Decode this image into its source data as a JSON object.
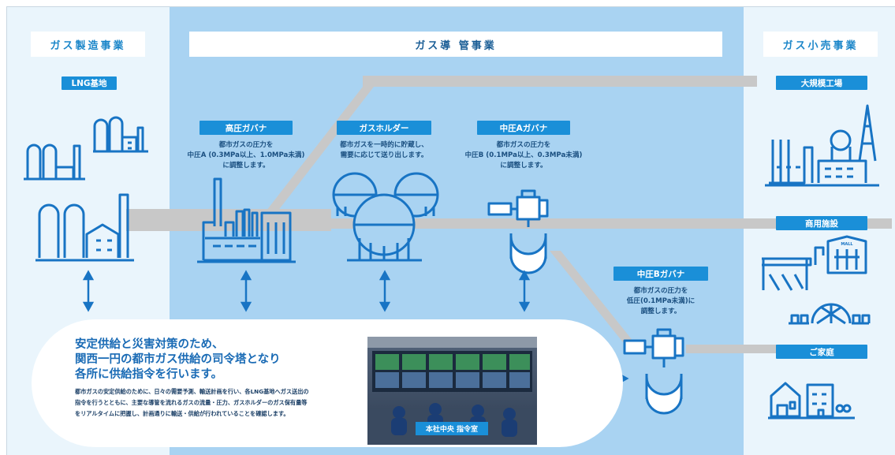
{
  "sections": {
    "manufacturing": "ガス製造事業",
    "pipeline": "ガス導 管事業",
    "retail": "ガス小売事業"
  },
  "facilities": {
    "lng_base": "LNG基地",
    "high_pressure_governor": {
      "label": "高圧ガバナ",
      "description": [
        "都市ガスの圧力を",
        "中圧A (0.3MPa以上、1.0MPa未満)",
        "に調整します。"
      ]
    },
    "gas_holder": {
      "label": "ガスホルダー",
      "description": [
        "都市ガスを一時的に貯蔵し、",
        "需要に応じて送り出します。"
      ]
    },
    "medium_a_governor": {
      "label": "中圧Aガバナ",
      "description": [
        "都市ガスの圧力を",
        "中圧B (0.1MPa以上、0.3MPa未満)",
        "に調整します。"
      ]
    },
    "medium_b_governor": {
      "label": "中圧Bガバナ",
      "description": [
        "都市ガスの圧力を",
        "低圧(0.1MPa未満)に",
        "調整します。"
      ]
    }
  },
  "customers": {
    "large_factory": "大規模工場",
    "commercial": "商用施設",
    "household": "ご家庭",
    "mall_sign": "MALL"
  },
  "command_center": {
    "heading": [
      "安定供給と災害対策のため、",
      "関西一円の都市ガス供給の司令塔となり",
      "各所に供給指令を行います。"
    ],
    "body": [
      "都市ガスの安定供給のために、日々の需要予測、輸送計画を行い、各LNG基地へガス送出の",
      "指令を行うとともに、主要な導管を流れるガスの流量・圧力、ガスホルダーのガス保有量等",
      "をリアルタイムに把握し、計画通りに輸送・供給が行われていることを確認します。"
    ],
    "photo_label": "本社中央 指令室"
  },
  "colors": {
    "accent": "#1a8fd8",
    "icon_blue": "#1874c4",
    "pipe_gray": "#c8c8c8",
    "zone_light": "#eaf5fc",
    "zone_mid": "#a9d3f2"
  }
}
